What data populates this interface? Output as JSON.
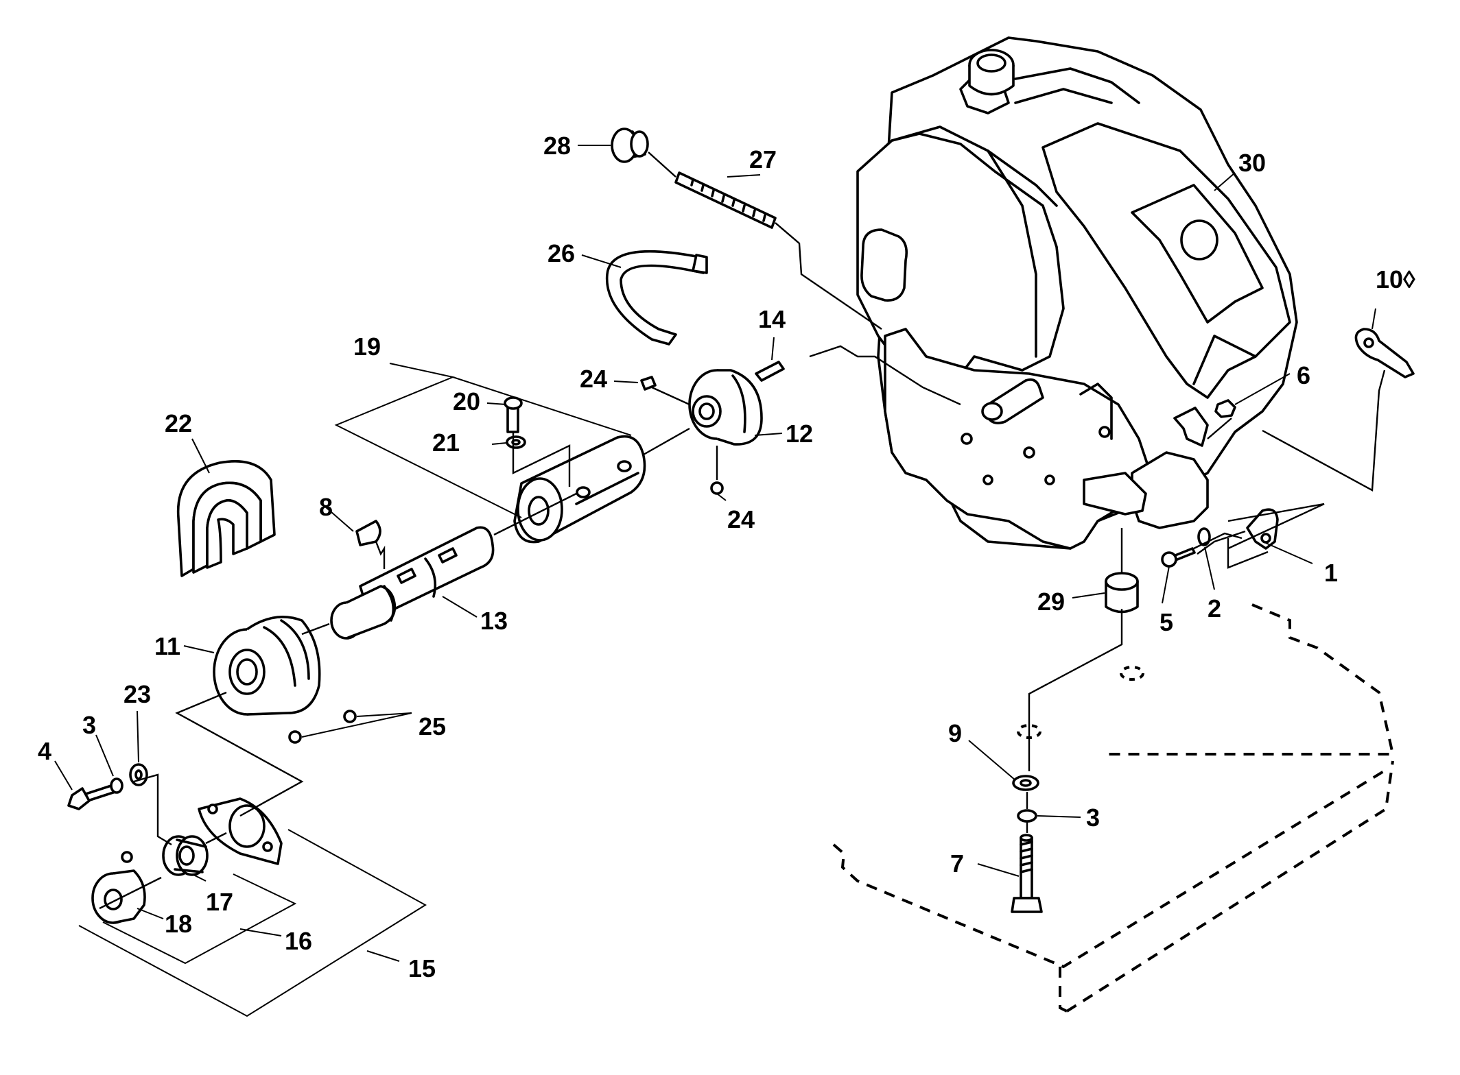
{
  "callouts": {
    "n1": "1",
    "n2": "2",
    "n3a": "3",
    "n3b": "3",
    "n4": "4",
    "n5": "5",
    "n6": "6",
    "n7": "7",
    "n8": "8",
    "n9": "9",
    "n10": "10◊",
    "n11": "11",
    "n12": "12",
    "n13": "13",
    "n14": "14",
    "n15": "15",
    "n16": "16",
    "n17": "17",
    "n18": "18",
    "n19": "19",
    "n20": "20",
    "n21": "21",
    "n22": "22",
    "n23": "23",
    "n24a": "24",
    "n24b": "24",
    "n25": "25",
    "n26": "26",
    "n27": "27",
    "n28": "28",
    "n29": "29",
    "n30": "30"
  },
  "colors": {
    "line": "#000000",
    "background": "#ffffff"
  }
}
